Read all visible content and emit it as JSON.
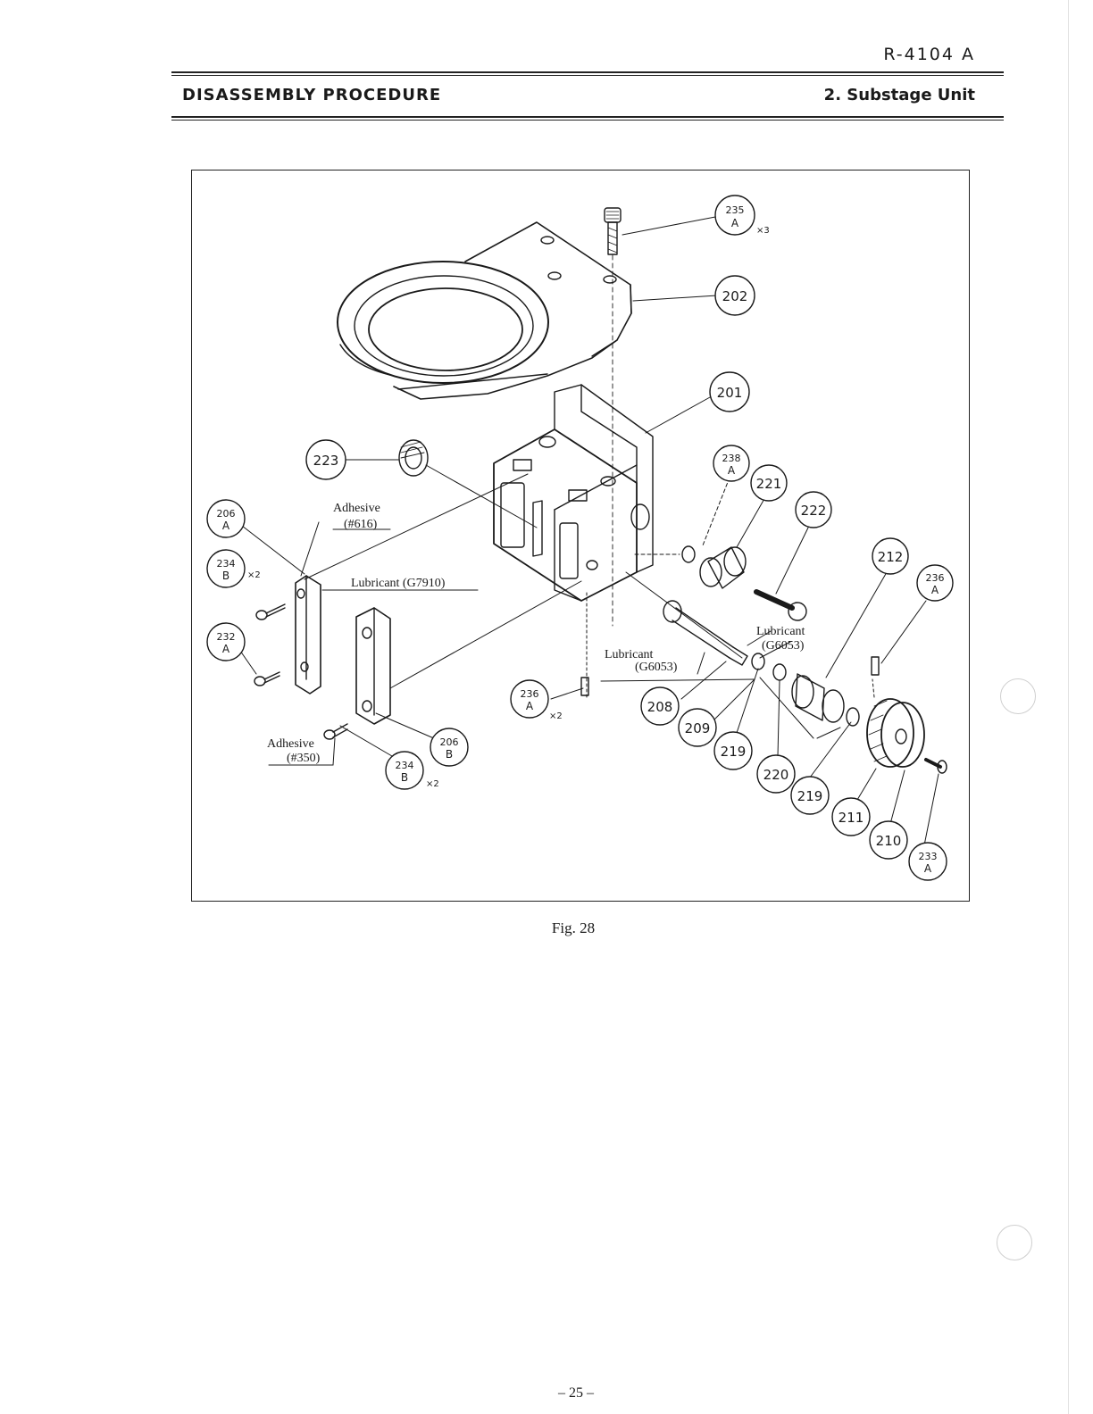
{
  "header": {
    "doc_code": "R-4104 A",
    "section_title": "DISASSEMBLY PROCEDURE",
    "section_subtitle": "2. Substage Unit"
  },
  "figure": {
    "caption": "Fig. 28",
    "callouts": {
      "c235": {
        "num": "235",
        "sub": "A",
        "qty": "×3"
      },
      "c202": {
        "num": "202"
      },
      "c201": {
        "num": "201"
      },
      "c223": {
        "num": "223"
      },
      "c206a": {
        "num": "206",
        "sub": "A"
      },
      "c234b1": {
        "num": "234",
        "sub": "B",
        "qty": "×2"
      },
      "c232": {
        "num": "232",
        "sub": "A"
      },
      "c238a": {
        "num": "238",
        "sub": "A"
      },
      "c221": {
        "num": "221"
      },
      "c222": {
        "num": "222"
      },
      "c212": {
        "num": "212"
      },
      "c236a1": {
        "num": "236",
        "sub": "A"
      },
      "c236a2": {
        "num": "236",
        "sub": "A",
        "qty": "×2"
      },
      "c208": {
        "num": "208"
      },
      "c209": {
        "num": "209"
      },
      "c219a": {
        "num": "219"
      },
      "c220": {
        "num": "220"
      },
      "c219b": {
        "num": "219"
      },
      "c211": {
        "num": "211"
      },
      "c210": {
        "num": "210"
      },
      "c233": {
        "num": "233",
        "sub": "A"
      },
      "c206b": {
        "num": "206",
        "sub": "B"
      },
      "c234b2": {
        "num": "234",
        "sub": "B",
        "qty": "×2"
      }
    },
    "notes": {
      "adhesive_616_label": "Adhesive",
      "adhesive_616_code": "(#616)",
      "lubricant_g7910": "Lubricant (G7910)",
      "lubricant_g6053_right_label": "Lubricant",
      "lubricant_g6053_right_code": "(G6053)",
      "lubricant_g6053_left_label": "Lubricant",
      "lubricant_g6053_left_code": "(G6053)",
      "adhesive_350_label": "Adhesive",
      "adhesive_350_code": "(#350)"
    }
  },
  "footer": {
    "page_number": "– 25 –"
  }
}
